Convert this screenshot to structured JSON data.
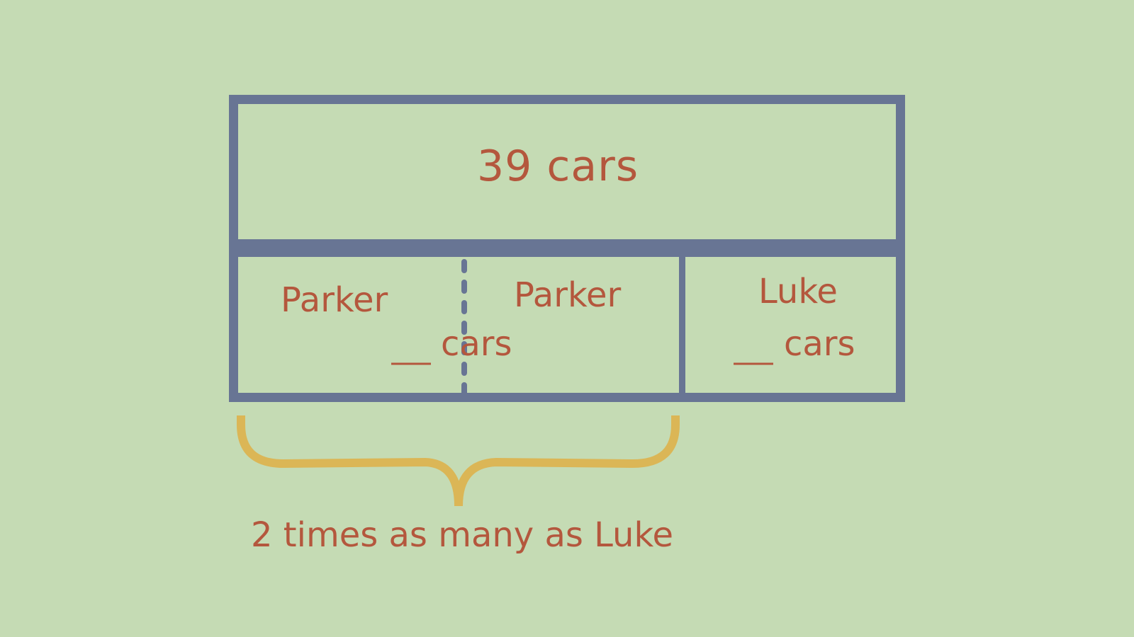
{
  "colors": {
    "background": "#c5dbb4",
    "box_stroke": "#687594",
    "text": "#b4573d",
    "brace": "#dbb656"
  },
  "diagram": {
    "total": {
      "label": "39 cars"
    },
    "parker_left": {
      "label": "Parker"
    },
    "parker_right": {
      "label": "Parker"
    },
    "parker_value": {
      "blank": "__",
      "unit": "cars"
    },
    "luke": {
      "label": "Luke",
      "blank": "__",
      "unit": "cars"
    },
    "brace_caption": "2 times as many as Luke"
  }
}
